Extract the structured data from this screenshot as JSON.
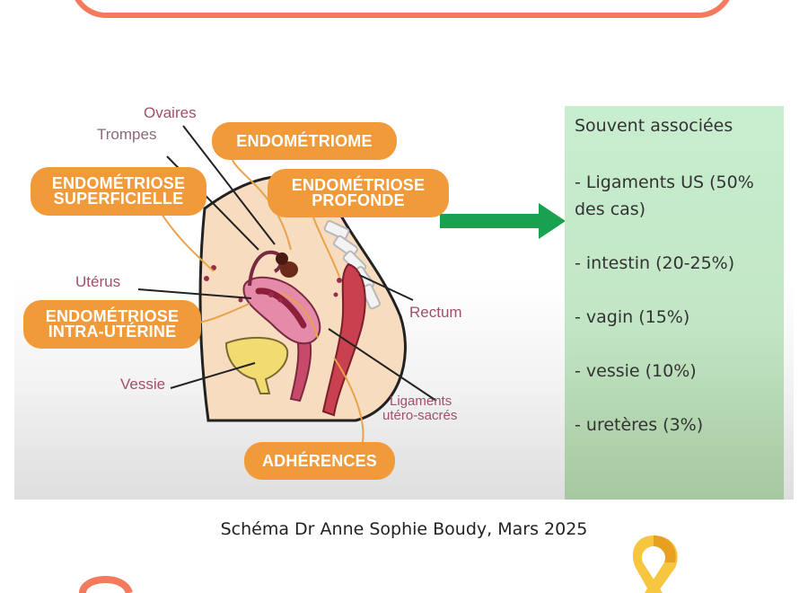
{
  "diagram": {
    "tags": {
      "endometriome": "ENDOMÉTRIOME",
      "superficielle": "ENDOMÉTRIOSE\nSUPERFICIELLE",
      "profonde": "ENDOMÉTRIOSE\nPROFONDE",
      "intra_uterine": "ENDOMÉTRIOSE\nINTRA-UTÉRINE",
      "adherences": "ADHÉRENCES"
    },
    "labels": {
      "ovaires": "Ovaires",
      "trompes": "Trompes",
      "uterus": "Utérus",
      "vessie": "Vessie",
      "rectum": "Rectum",
      "ligaments_line1": "Ligaments",
      "ligaments_line2": "utéro-sacrés"
    }
  },
  "side_panel": {
    "title": "Souvent associées",
    "items": [
      "- Ligaments US (50% des cas)",
      "- intestin (20-25%)",
      "- vagin (15%)",
      "- vessie (10%)",
      "- uretères (3%)"
    ]
  },
  "caption": "Schéma Dr Anne Sophie Boudy, Mars 2025",
  "colors": {
    "frame": "#f47a5e",
    "tag": "#f19a3a",
    "arrow": "#1aa150",
    "panel": "#c2e6c5",
    "ribbon": "#f6c640"
  }
}
